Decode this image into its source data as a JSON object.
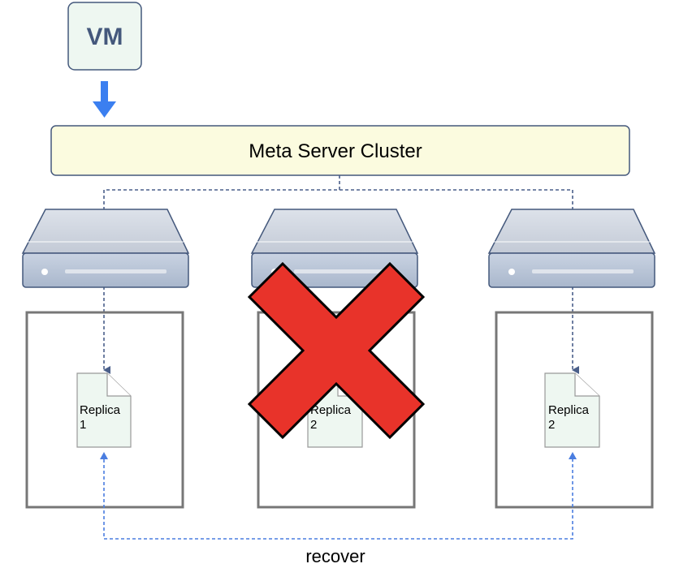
{
  "vm": {
    "label": "VM"
  },
  "meta_cluster": {
    "label": "Meta Server Cluster"
  },
  "replicas": [
    {
      "line1": "Replica",
      "line2": "1"
    },
    {
      "line1": "Replica",
      "line2": "2"
    },
    {
      "line1": "Replica",
      "line2": "2"
    }
  ],
  "recover": {
    "label": "recover"
  },
  "colors": {
    "vm_fill": "#eef7f1",
    "vm_text": "#44587c",
    "arrow_blue": "#3b7ff0",
    "cluster_fill": "#fbfbdf",
    "failure_red": "#e8332a",
    "dashed_dark": "#4a5f8a",
    "dashed_blue": "#4a7de0"
  }
}
